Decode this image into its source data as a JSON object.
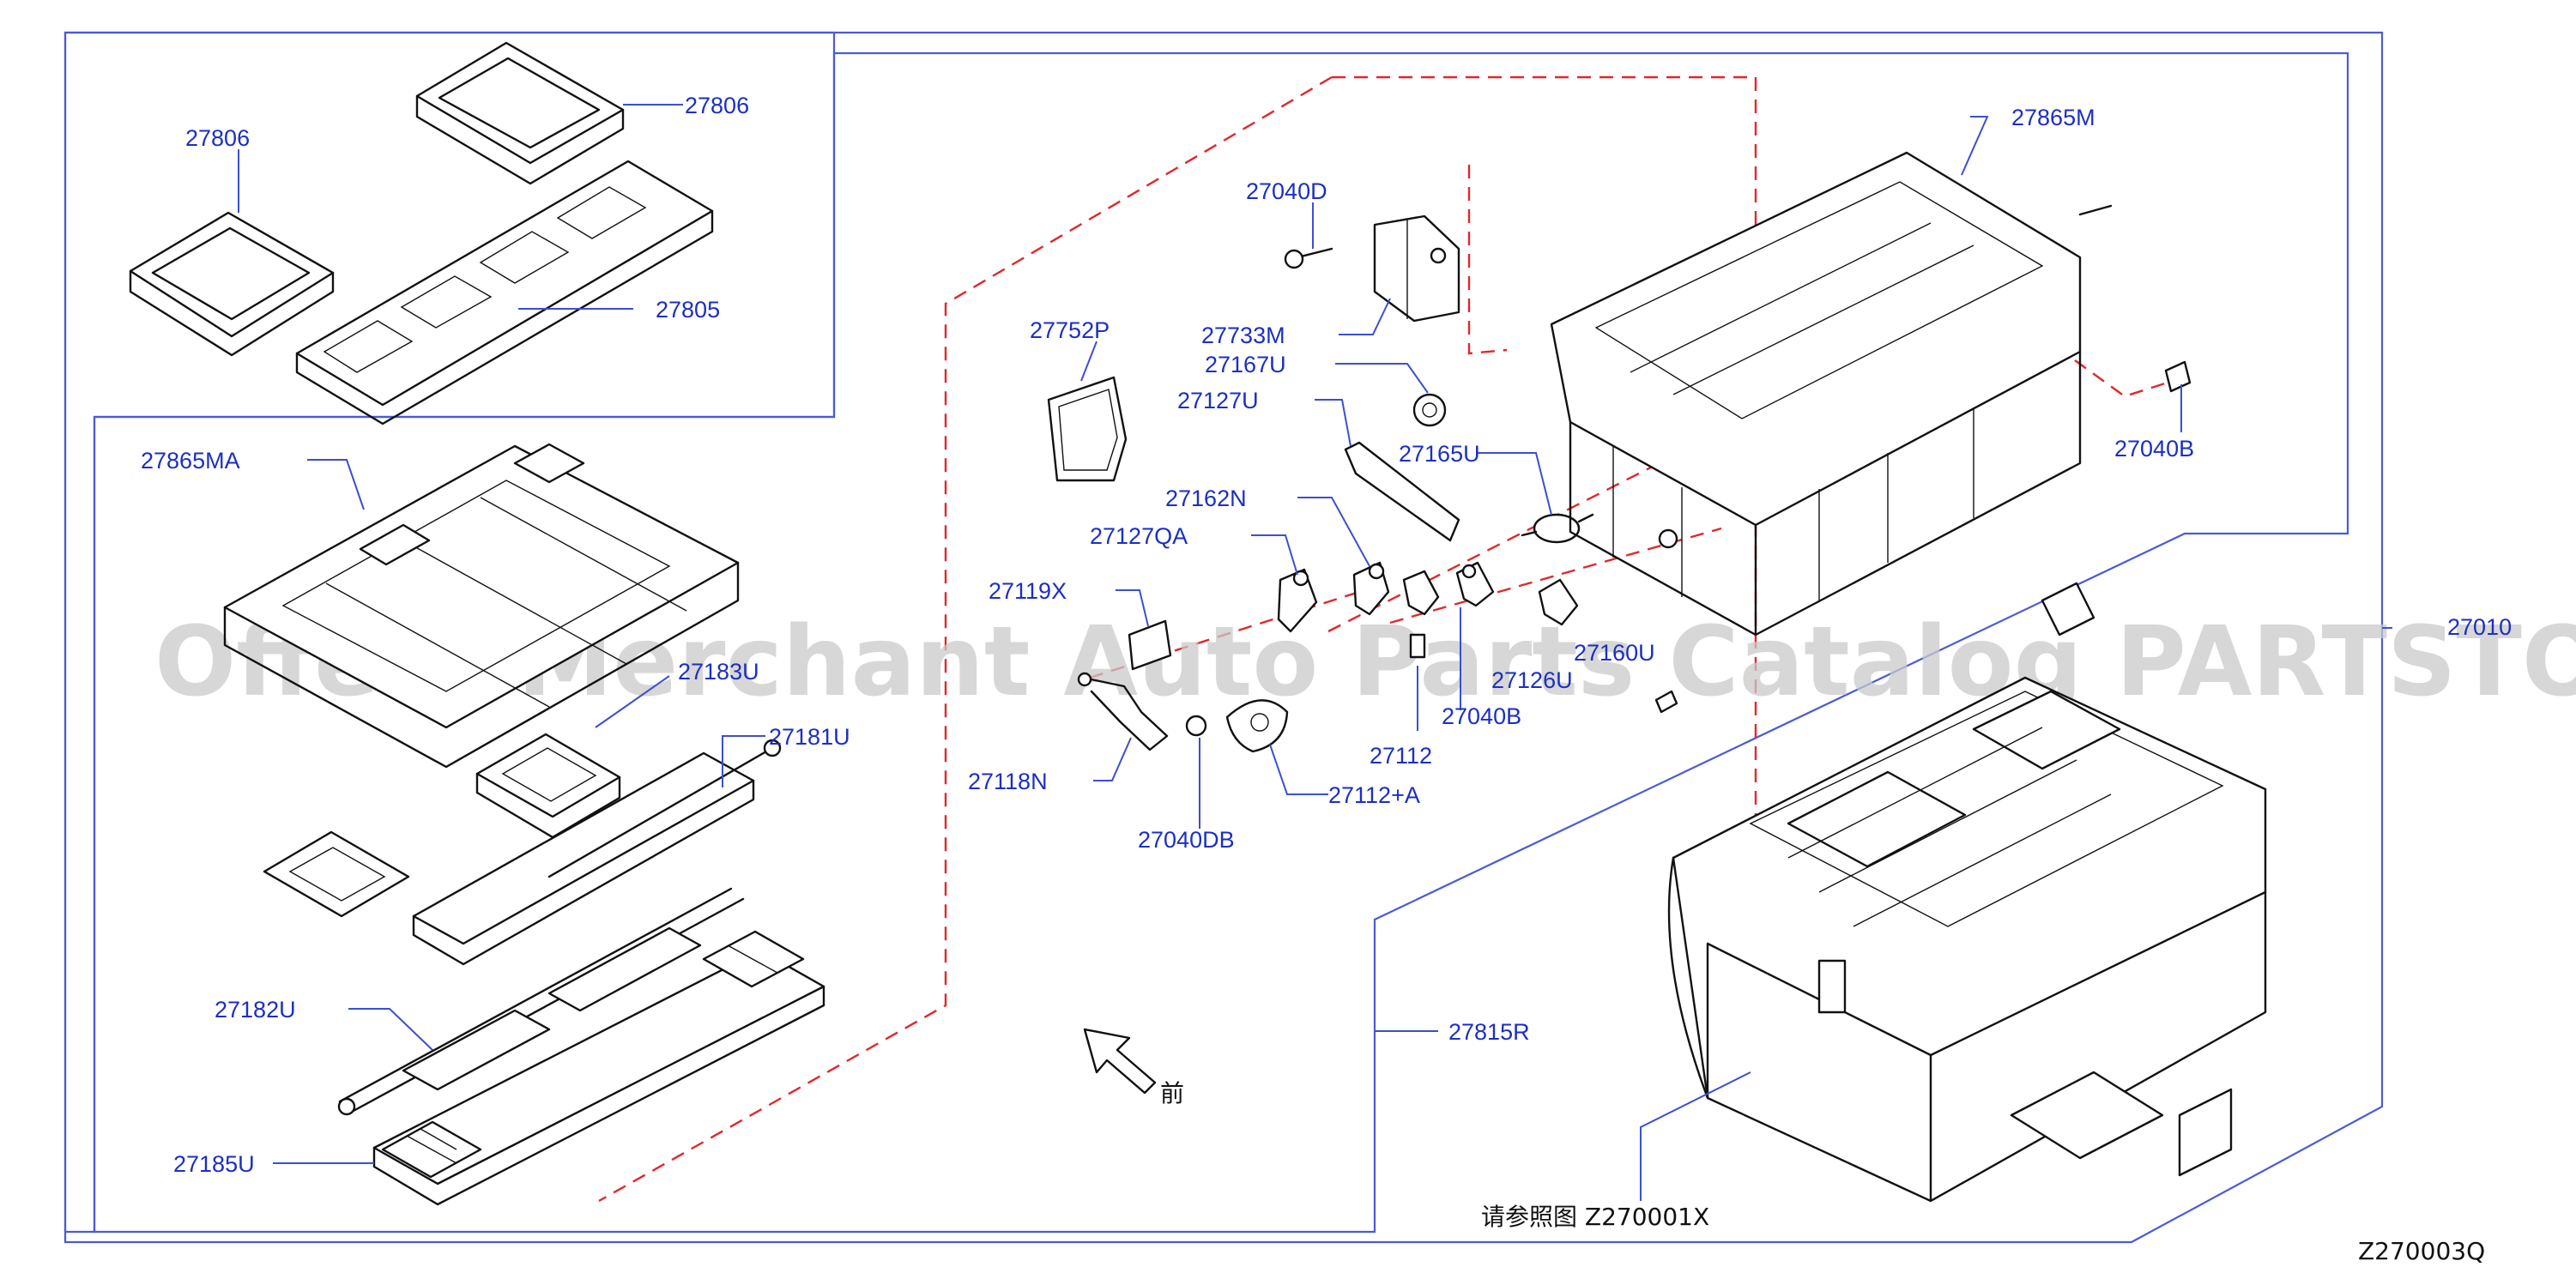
{
  "watermark": "Offers Merchant Auto Parts Catalog PARTSTORE.SA",
  "diagram_code": "Z270003Q",
  "reference_note": "请参照图 Z270001X",
  "front_label": "前",
  "parts": {
    "p27806a": "27806",
    "p27806b": "27806",
    "p27805": "27805",
    "p27865MA": "27865MA",
    "p27183": "27183U",
    "p27181U": "27181U",
    "p27182U": "27182U",
    "p27185U": "27185U",
    "p27040D": "27040D",
    "p27733M": "27733M",
    "p27167U": "27167U",
    "p27127U": "27127U",
    "p27752P": "27752P",
    "p27165U": "27165U",
    "p27162N": "27162N",
    "p27127QA": "27127QA",
    "p27119X": "27119X",
    "p27160": "27160U",
    "p27126": "27126U",
    "p27040B_mid": "27040B",
    "p27112": "27112",
    "p27118N": "27118N",
    "p27112A": "27112+A",
    "p27040DB": "27040DB",
    "p27865M": "27865M",
    "p27040B_right": "27040B",
    "p27010": "27010",
    "p27815R": "27815R"
  }
}
